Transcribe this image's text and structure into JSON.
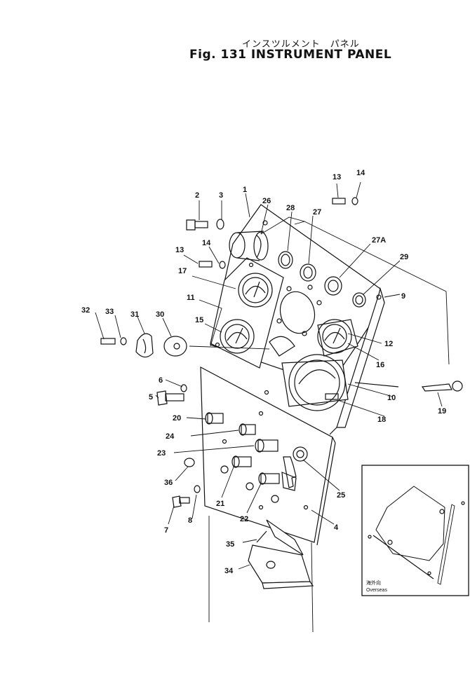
{
  "title": {
    "japanese": "インスツルメント　パネル",
    "english": "Fig. 131 INSTRUMENT PANEL"
  },
  "callouts": {
    "c1": "1",
    "c2": "2",
    "c3": "3",
    "c4": "4",
    "c5": "5",
    "c6": "6",
    "c7": "7",
    "c8": "8",
    "c9": "9",
    "c10": "10",
    "c11": "11",
    "c12": "12",
    "c13a": "13",
    "c13b": "13",
    "c14a": "14",
    "c14b": "14",
    "c15": "15",
    "c16": "16",
    "c17": "17",
    "c18": "18",
    "c19": "19",
    "c20": "20",
    "c21": "21",
    "c22": "22",
    "c23": "23",
    "c24": "24",
    "c25": "25",
    "c26": "26",
    "c27": "27",
    "c27a": "27A",
    "c28": "28",
    "c29": "29",
    "c30": "30",
    "c31": "31",
    "c32": "32",
    "c33": "33",
    "c34": "34",
    "c35": "35",
    "c36": "36"
  },
  "inset": {
    "label_jp": "海外向",
    "label_en": "Overseas"
  }
}
